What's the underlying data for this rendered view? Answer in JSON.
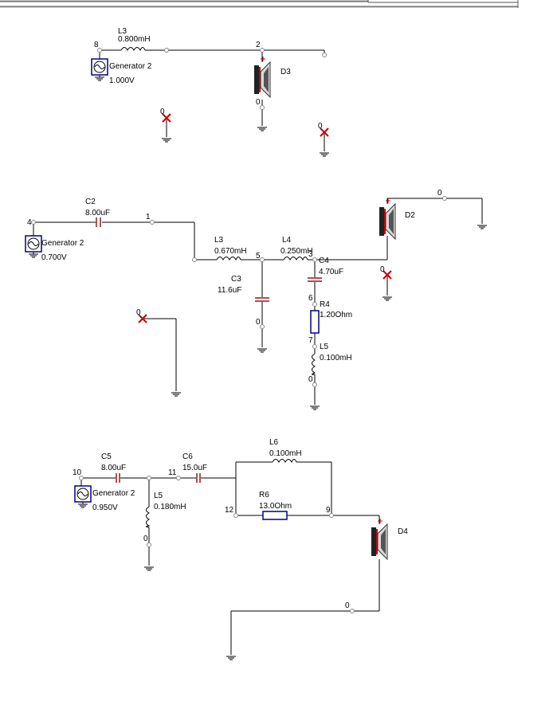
{
  "labels": {
    "c1_l3_name": "L3",
    "c1_l3_val": "0.800mH",
    "c1_n8": "8",
    "c1_n2": "2",
    "c1_n0a": "0",
    "c1_gen_name": "Generator 2",
    "c1_gen_val": "1.000V",
    "c1_d3": "D3",
    "c1_x1_node": "0",
    "c1_x2_node": "0",
    "c2_c2_name": "C2",
    "c2_c2_val": "8.00uF",
    "c2_n4": "4",
    "c2_n1": "1",
    "c2_gen_name": "Generator 2",
    "c2_gen_val": "0.700V",
    "c2_l3_name": "L3",
    "c2_l3_val": "0.670mH",
    "c2_n5": "5",
    "c2_l4_name": "L4",
    "c2_l4_val": "0.250mH",
    "c2_n3": "3",
    "c2_c4_name": "C4",
    "c2_c4_val": "4.70uF",
    "c2_c3_name": "C3",
    "c2_c3_val": "11.6uF",
    "c2_n0_c3": "0",
    "c2_n6": "6",
    "c2_r4_name": "R4",
    "c2_r4_val": "1.20Ohm",
    "c2_n7": "7",
    "c2_l5_name": "L5",
    "c2_l5_val": "0.100mH",
    "c2_n0_l5": "0",
    "c2_d2": "D2",
    "c2_n0_top": "0",
    "c2_x_node": "0",
    "c2_x2_node": "0",
    "c3_n10": "10",
    "c3_c5_name": "C5",
    "c3_c5_val": "8.00uF",
    "c3_n11": "11",
    "c3_c6_name": "C6",
    "c3_c6_val": "15.0uF",
    "c3_gen_name": "Generator 2",
    "c3_gen_val": "0.950V",
    "c3_l5_name": "L5",
    "c3_l5_val": "0.180mH",
    "c3_n0_l5": "0",
    "c3_l6_name": "L6",
    "c3_l6_val": "0.100mH",
    "c3_r6_name": "R6",
    "c3_r6_val": "13.0Ohm",
    "c3_n12": "12",
    "c3_n9": "9",
    "c3_d4": "D4",
    "c3_n0_bottom": "0"
  },
  "colors": {
    "wire": "#000000",
    "polarity_plus": "#cc0000",
    "cross_mark": "#cc0000",
    "capacitor_plate": "#8b1a1a",
    "generator_box": "#000080",
    "resistor_box": "#000080",
    "speaker_red": "#cc0000"
  },
  "icons": {
    "generator": "ac-source-icon",
    "speaker": "loudspeaker-icon",
    "ground": "ground-icon",
    "unconnected": "red-x-icon"
  }
}
